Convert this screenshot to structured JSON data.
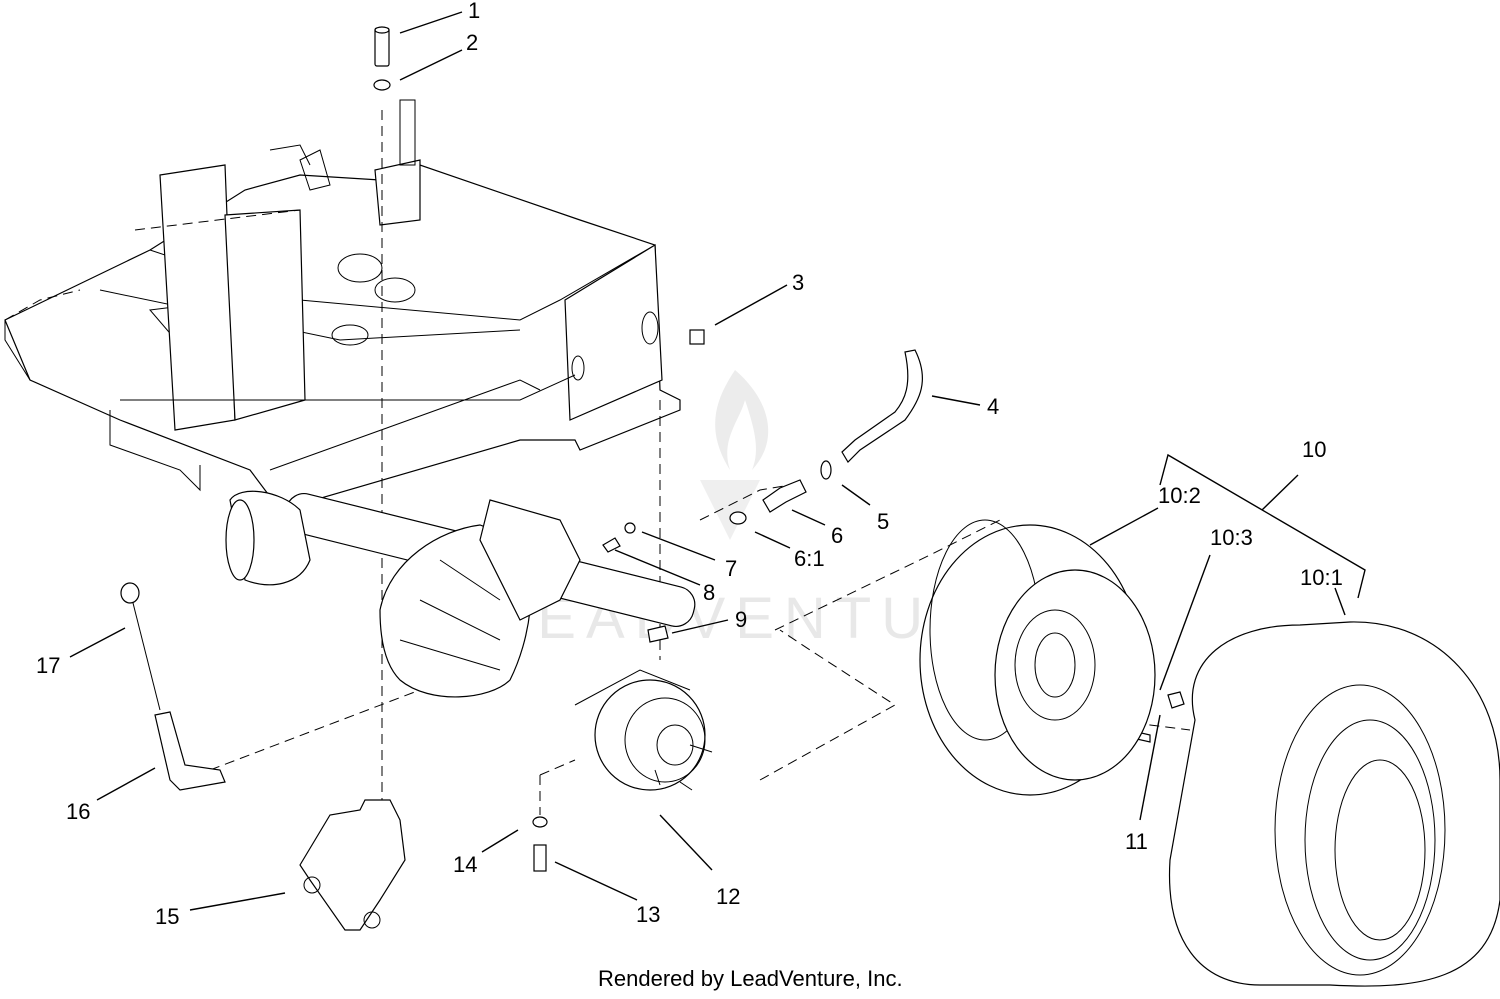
{
  "diagram": {
    "callouts": [
      {
        "id": "c1",
        "text": "1"
      },
      {
        "id": "c2",
        "text": "2"
      },
      {
        "id": "c3",
        "text": "3"
      },
      {
        "id": "c4",
        "text": "4"
      },
      {
        "id": "c5",
        "text": "5"
      },
      {
        "id": "c6",
        "text": "6"
      },
      {
        "id": "c6_1",
        "text": "6:1"
      },
      {
        "id": "c7",
        "text": "7"
      },
      {
        "id": "c8",
        "text": "8"
      },
      {
        "id": "c9",
        "text": "9"
      },
      {
        "id": "c10",
        "text": "10"
      },
      {
        "id": "c10_1",
        "text": "10:1"
      },
      {
        "id": "c10_2",
        "text": "10:2"
      },
      {
        "id": "c10_3",
        "text": "10:3"
      },
      {
        "id": "c11",
        "text": "11"
      },
      {
        "id": "c12",
        "text": "12"
      },
      {
        "id": "c13",
        "text": "13"
      },
      {
        "id": "c14",
        "text": "14"
      },
      {
        "id": "c15",
        "text": "15"
      },
      {
        "id": "c16",
        "text": "16"
      },
      {
        "id": "c17",
        "text": "17"
      }
    ],
    "watermark": "LEADVENTURE",
    "footer": "Rendered by LeadVenture, Inc."
  }
}
